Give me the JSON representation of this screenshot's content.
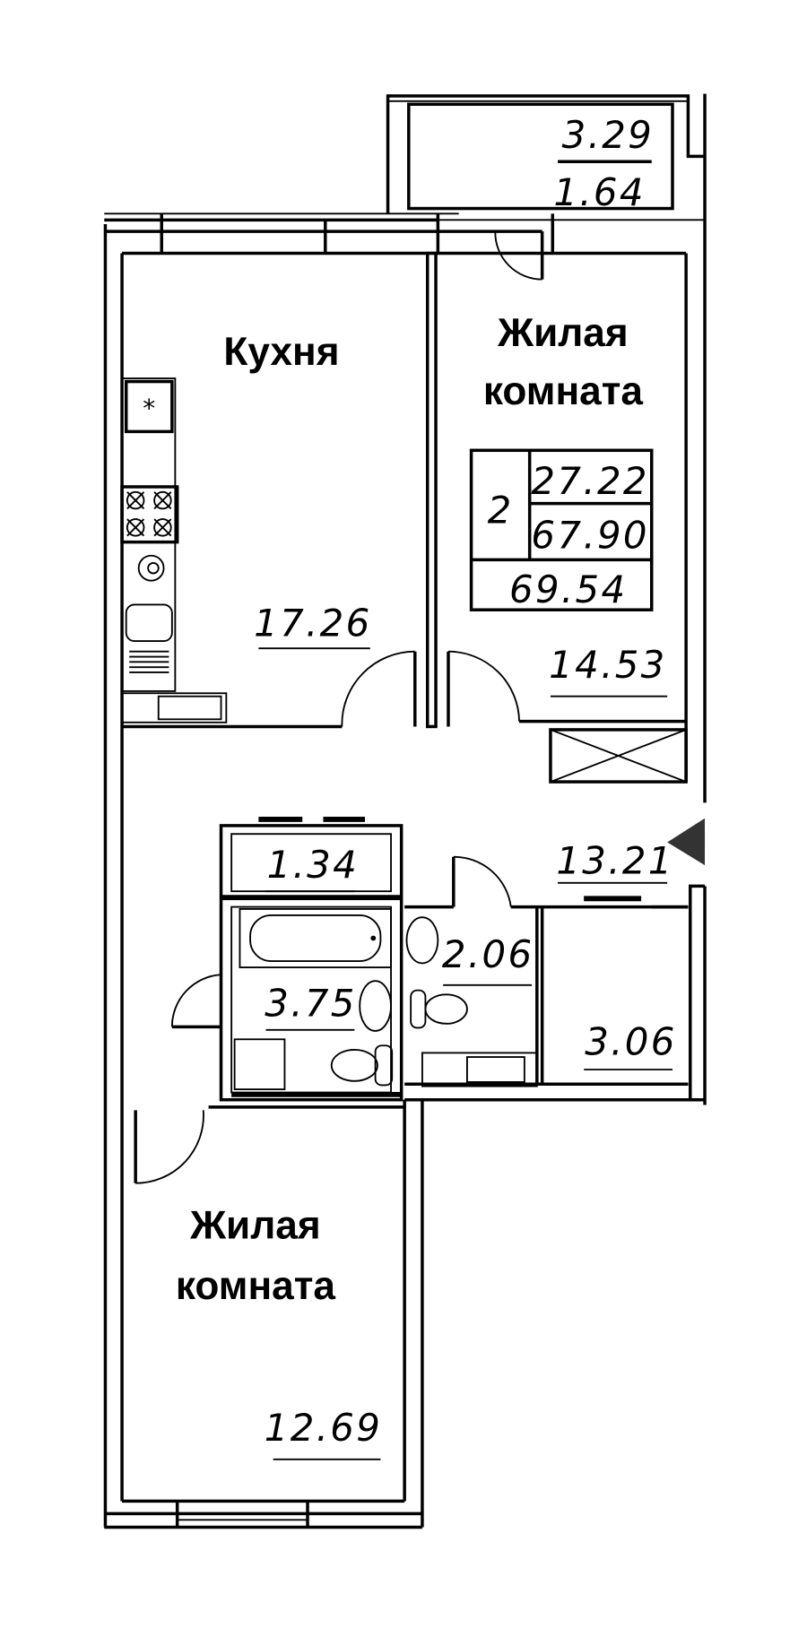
{
  "plan": {
    "rooms_count": "2",
    "living_area": "27.22",
    "total_area": "67.90",
    "total_area_with_balcony": "69.54"
  },
  "balcony": {
    "area_full": "3.29",
    "area_reduced": "1.64"
  },
  "kitchen": {
    "label": "Кухня",
    "area": "17.26"
  },
  "living_room_1": {
    "label_line1": "Жилая",
    "label_line2": "комната",
    "area": "14.53"
  },
  "hallway": {
    "area": "13.21"
  },
  "closet": {
    "area": "1.34"
  },
  "bathroom": {
    "area": "3.75"
  },
  "wc": {
    "area": "2.06"
  },
  "storage": {
    "area": "3.06"
  },
  "living_room_2": {
    "label_line1": "Жилая",
    "label_line2": "комната",
    "area": "12.69"
  },
  "colors": {
    "line": "#000000",
    "background": "#ffffff",
    "entrance_arrow": "#333333"
  }
}
